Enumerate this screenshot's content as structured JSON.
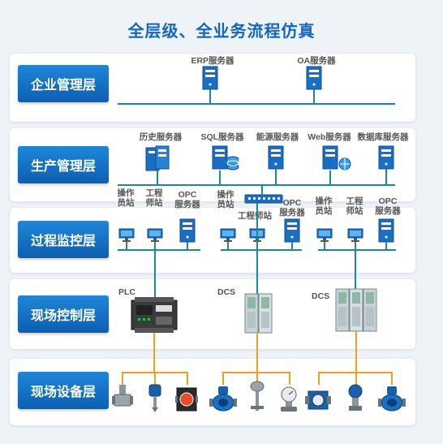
{
  "title": "全层级、全业务流程仿真",
  "layers": [
    {
      "label": "企业管理层"
    },
    {
      "label": "生产管理层"
    },
    {
      "label": "过程监控层"
    },
    {
      "label": "现场控制层"
    },
    {
      "label": "现场设备层"
    }
  ],
  "enterprise": {
    "erp": "ERP服务器",
    "oa": "OA服务器"
  },
  "production": {
    "history": "历史服务器",
    "sql": "SQL服务器",
    "energy": "能源服务器",
    "web": "Web服务器",
    "database": "数据库服务器"
  },
  "monitor": {
    "op1": [
      "操作",
      "员站"
    ],
    "eng1": [
      "工程",
      "师站"
    ],
    "opc1": [
      "OPC",
      "服务器"
    ],
    "op2": [
      "操作",
      "员站"
    ],
    "eng2": "工程师站",
    "opc2": [
      "OPC",
      "服务器"
    ],
    "op3": [
      "操作",
      "员站"
    ],
    "eng3": [
      "工程",
      "师站"
    ],
    "opc3": [
      "OPC",
      "服务器"
    ]
  },
  "control": {
    "plc": "PLC",
    "dcs1": "DCS",
    "dcs2": "DCS"
  },
  "colors": {
    "accent": "#1565c0",
    "label_bg": "#1b78cf",
    "network": "#1f86a0",
    "field_bus": "#f0a020"
  }
}
